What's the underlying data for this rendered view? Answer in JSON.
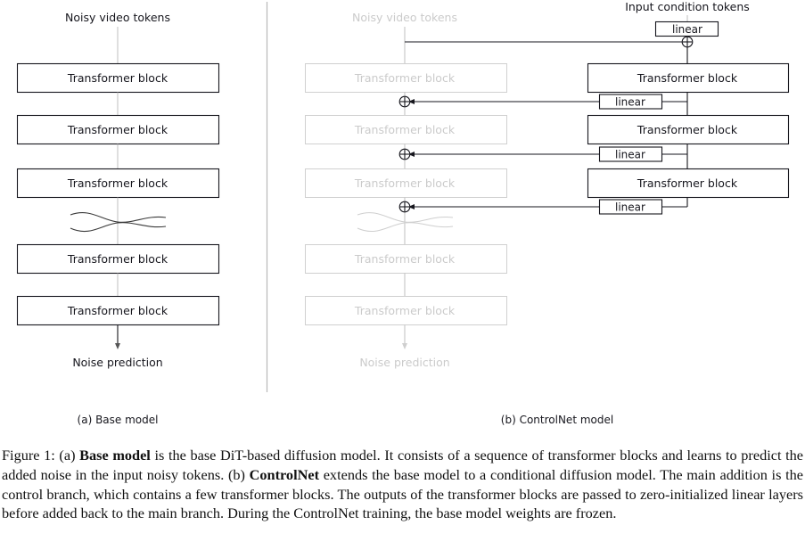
{
  "figure": {
    "caption_prefix": "Figure 1: (a) ",
    "caption_bold_1": "Base model",
    "caption_mid_1": " is the base DiT-based diffusion model. It consists of a sequence of transformer blocks and learns to predict the added noise in the input noisy tokens. (b) ",
    "caption_bold_2": "ControlNet",
    "caption_mid_2": " extends the base model to a conditional diffusion model. The main addition is the control branch, which contains a few transformer blocks. The outputs of the transformer blocks are passed to zero-initialized linear layers before added back to the main branch. During the ControlNet training, the base model weights are frozen."
  },
  "panel_a": {
    "subcaption": "(a) Base model",
    "input_label": "Noisy video tokens",
    "output_label": "Noise prediction",
    "blocks": [
      {
        "label": "Transformer block"
      },
      {
        "label": "Transformer block"
      },
      {
        "label": "Transformer block"
      },
      {
        "label": "Transformer block"
      },
      {
        "label": "Transformer block"
      }
    ]
  },
  "panel_b": {
    "subcaption": "(b) ControlNet model",
    "main_input_label": "Noisy video tokens",
    "main_output_label": "Noise prediction",
    "control_input_label": "Input condition tokens",
    "main_blocks": [
      {
        "label": "Transformer block"
      },
      {
        "label": "Transformer block"
      },
      {
        "label": "Transformer block"
      },
      {
        "label": "Transformer block"
      },
      {
        "label": "Transformer block"
      }
    ],
    "control_blocks": [
      {
        "label": "Transformer block"
      },
      {
        "label": "Transformer block"
      },
      {
        "label": "Transformer block"
      }
    ],
    "control_input_linear": {
      "label": "linear"
    },
    "zero_linears": [
      {
        "label": "linear"
      },
      {
        "label": "linear"
      },
      {
        "label": "linear"
      }
    ],
    "add_operator_symbol": "+"
  },
  "colors": {
    "ink": "#16161d",
    "frozen_gray": "#cbcbcb",
    "frozen_border": "#d0d0d0",
    "divider": "#b8b8b8",
    "background": "#ffffff"
  }
}
